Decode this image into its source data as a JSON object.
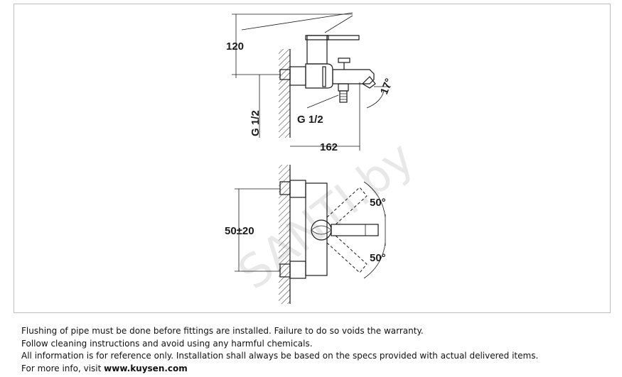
{
  "diagram": {
    "dim_height_top": "120",
    "dim_inlet_thread": "G 1/2",
    "dim_outlet_thread": "G 1/2",
    "dim_length": "162",
    "dim_spout_angle": "17°",
    "dim_center_distance": "50±20",
    "dim_lever_angle_up": "50°",
    "dim_lever_angle_down": "50°",
    "watermark": "SANTI.by"
  },
  "notes": {
    "line1": "Flushing of pipe must be done before fittings are installed. Failure to do so voids the warranty.",
    "line2": "Follow cleaning instructions and avoid using any harmful chemicals.",
    "line3": "All information is for reference only. Installation shall always be based on the specs provided with actual delivered items.",
    "line4_prefix": "For more info, visit ",
    "line4_link": "www.kuysen.com"
  }
}
